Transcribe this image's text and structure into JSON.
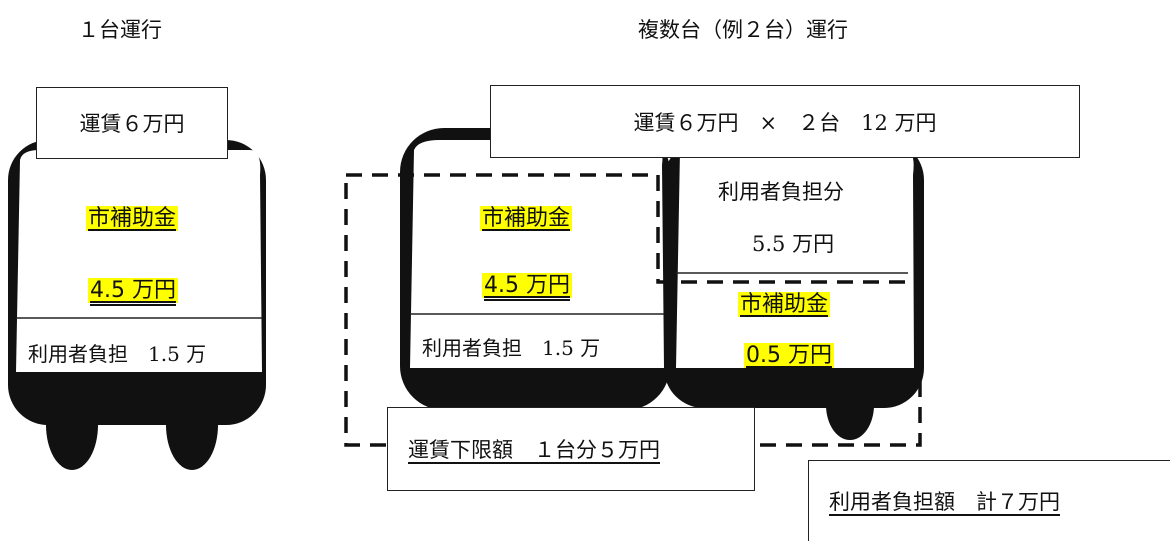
{
  "headings": {
    "single": "１台運行",
    "multiple": "複数台（例２台）運行"
  },
  "single_bus": {
    "fare_box": "運賃６万円",
    "subsidy_label": "市補助金",
    "subsidy_amount": "4.5 万円",
    "user_share": "利用者負担　1.5 万"
  },
  "multi_fare_box": "運賃６万円　×　２台　12 万円",
  "multi_bus_left": {
    "subsidy_label": "市補助金",
    "subsidy_amount": "4.5 万円",
    "user_share": "利用者負担　1.5 万"
  },
  "multi_bus_right": {
    "user_share_label": "利用者負担分",
    "user_share_amount": "5.5 万円",
    "subsidy_label": "市補助金",
    "subsidy_amount": "0.5 万円"
  },
  "lower_limit_box": "運賃下限額　１台分５万円",
  "total_box": "利用者負担額　計７万円",
  "colors": {
    "highlight": "#ffff00",
    "bus": "#111111"
  }
}
